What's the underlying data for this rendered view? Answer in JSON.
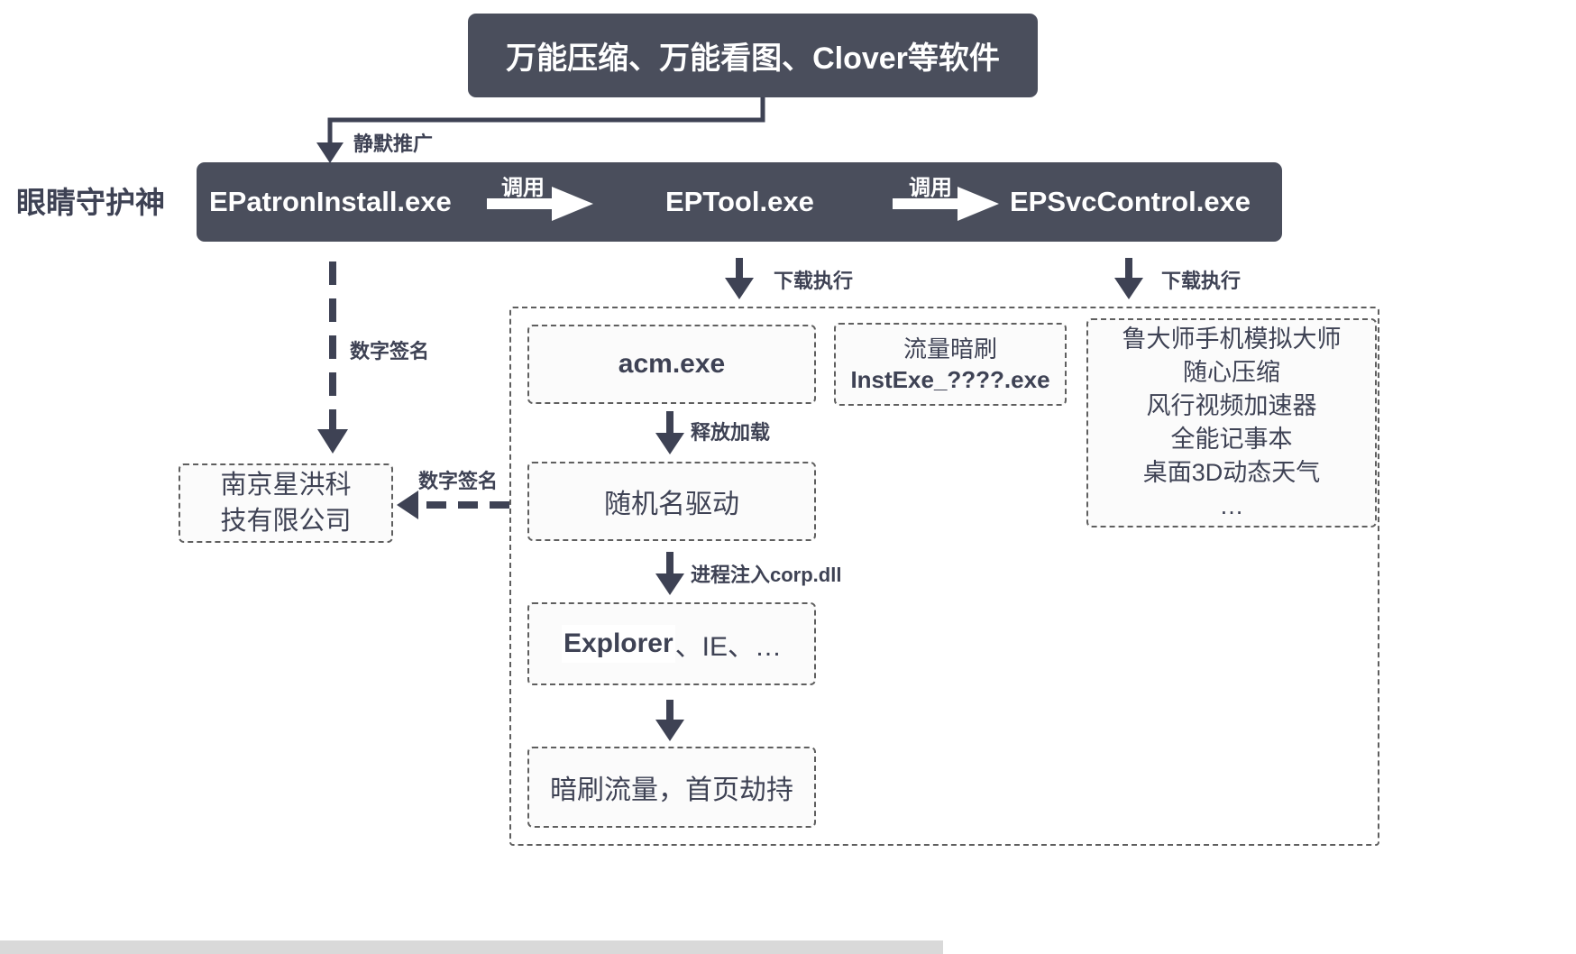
{
  "colors": {
    "dark": "#4a4e5c",
    "text": "#3e4254",
    "dash": "#5f5f5f",
    "boxbg": "#fbfbfb"
  },
  "top_box": {
    "label": "万能压缩、万能看图、Clover等软件"
  },
  "left_label": "眼睛守护神",
  "main_bar": {
    "items": [
      {
        "label": "EPatronInstall.exe"
      },
      {
        "label": "EPTool.exe"
      },
      {
        "label": "EPSvcControl.exe"
      }
    ],
    "call_label_1": "调用",
    "call_label_2": "调用"
  },
  "edges": {
    "silent_promo": "静默推广",
    "digital_sig_vertical": "数字签名",
    "digital_sig_horizontal": "数字签名",
    "download_exec_1": "下载执行",
    "download_exec_2": "下载执行",
    "release_load": "释放加载",
    "process_inject": "进程注入corp.dll"
  },
  "company_box": {
    "line1": "南京星洪科",
    "line2": "技有限公司"
  },
  "payload": {
    "acm": "acm.exe",
    "inst_line1": "流量暗刷",
    "inst_line2": "InstExe_????.exe",
    "software_list": [
      "鲁大师手机模拟大师",
      "随心压缩",
      "风行视频加速器",
      "全能记事本",
      "桌面3D动态天气",
      "…"
    ],
    "driver": "随机名驱动",
    "explorer_highlight": "Explorer",
    "explorer_rest": "、IE、…",
    "final": "暗刷流量，首页劫持"
  }
}
